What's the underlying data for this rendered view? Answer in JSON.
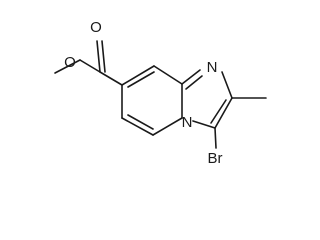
{
  "molecule": {
    "atoms": {
      "ester_carbonyl_o": "O",
      "ester_ether_o": "O",
      "ring_n_imine": "N",
      "ring_n_bridge": "N",
      "bromine": "Br"
    }
  }
}
